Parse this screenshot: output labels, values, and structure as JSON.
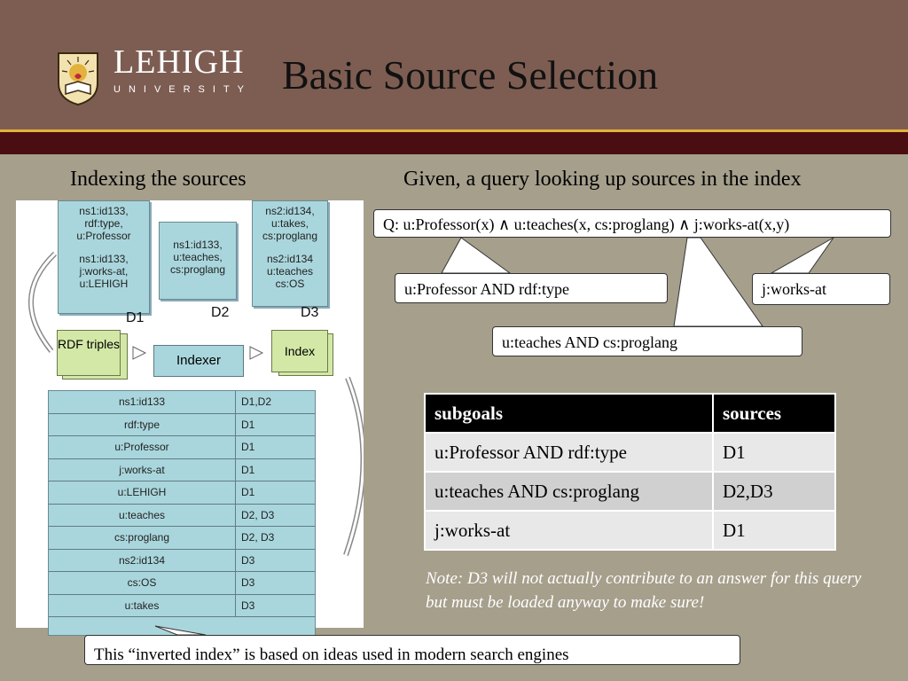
{
  "header": {
    "logo_word": "LEHIGH",
    "logo_sub": "UNIVERSITY",
    "title": "Basic Source Selection"
  },
  "left_heading": "Indexing the sources",
  "right_heading": "Given, a query looking up sources in the index",
  "diagram": {
    "docs": [
      {
        "name": "D1",
        "lines": [
          "ns1:id133,",
          "rdf:type,",
          "u:Professor",
          "",
          "ns1:id133,",
          "j:works-at,",
          "u:LEHIGH"
        ]
      },
      {
        "name": "D2",
        "lines": [
          "ns1:id133,",
          "u:teaches,",
          "cs:proglang"
        ]
      },
      {
        "name": "D3",
        "lines": [
          "ns2:id134,",
          "u:takes,",
          "cs:proglang",
          "",
          "ns2:id134",
          "u:teaches",
          "cs:OS"
        ]
      }
    ],
    "rdf_label": "RDF triples",
    "indexer_label": "Indexer",
    "index_label": "Index",
    "index_rows": [
      {
        "key": "ns1:id133",
        "val": "D1,D2"
      },
      {
        "key": "rdf:type",
        "val": "D1"
      },
      {
        "key": "u:Professor",
        "val": "D1"
      },
      {
        "key": "j:works-at",
        "val": "D1"
      },
      {
        "key": "u:LEHIGH",
        "val": "D1"
      },
      {
        "key": "u:teaches",
        "val": "D2, D3"
      },
      {
        "key": "cs:proglang",
        "val": "D2, D3"
      },
      {
        "key": "ns2:id134",
        "val": "D3"
      },
      {
        "key": "cs:OS",
        "val": "D3"
      },
      {
        "key": "u:takes",
        "val": "D3"
      }
    ]
  },
  "query": "Q: u:Professor(x) ∧ u:teaches(x, cs:proglang) ∧ j:works-at(x,y)",
  "callouts": {
    "c1": "u:Professor AND rdf:type",
    "c2": "j:works-at",
    "c3": "u:teaches  AND  cs:proglang"
  },
  "subgoal_table": {
    "headers": [
      "subgoals",
      "sources"
    ],
    "rows": [
      [
        "u:Professor AND rdf:type",
        "D1"
      ],
      [
        "u:teaches  AND  cs:proglang",
        "D2,D3"
      ],
      [
        "j:works-at",
        "D1"
      ]
    ]
  },
  "note": "Note: D3 will not actually contribute to an answer for this query but must be loaded anyway to make sure!",
  "bottom_callout": "This “inverted index” is based on ideas used in modern search engines",
  "colors": {
    "header": "#7d5d52",
    "maroon": "#4a0e12",
    "gold": "#e3b23c",
    "background": "#a59f8c"
  }
}
